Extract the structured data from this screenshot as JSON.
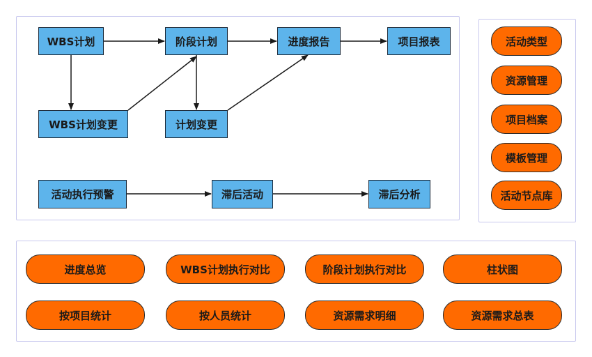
{
  "flow": {
    "nodes": {
      "wbs_plan": "WBS计划",
      "stage_plan": "阶段计划",
      "progress_report": "进度报告",
      "project_report": "项目报表",
      "wbs_change": "WBS计划变更",
      "plan_change": "计划变更",
      "activity_warning": "活动执行预警",
      "lagging_activity": "滞后活动",
      "lag_analysis": "滞后分析"
    }
  },
  "modules": [
    "活动类型",
    "资源管理",
    "项目档案",
    "模板管理",
    "活动节点库"
  ],
  "reports": {
    "row1": [
      "进度总览",
      "WBS计划执行对比",
      "阶段计划执行对比",
      "柱状图"
    ],
    "row2": [
      "按项目统计",
      "按人员统计",
      "资源需求明细",
      "资源需求总表"
    ]
  },
  "colors": {
    "node_fill": "#5db4eb",
    "pill_fill": "#ff6a00",
    "panel_border": "#c8c8ee"
  }
}
